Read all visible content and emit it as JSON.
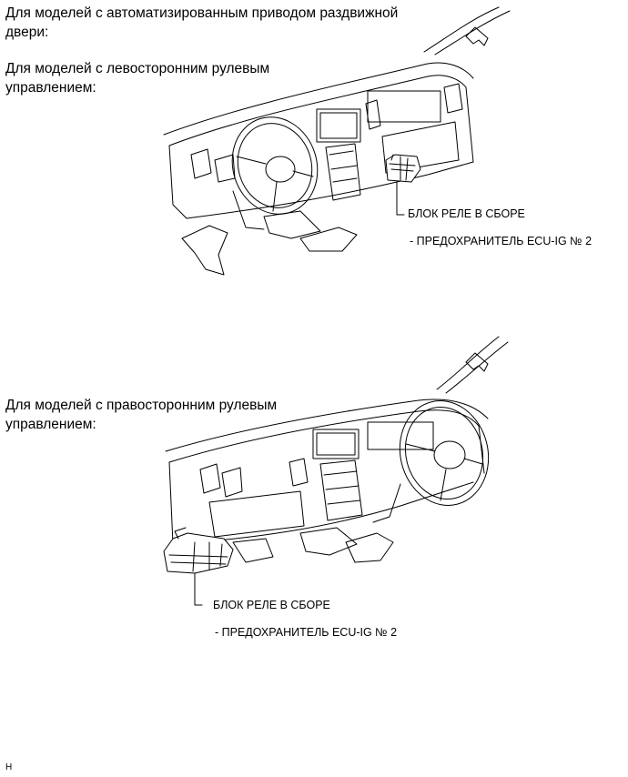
{
  "header": {
    "line1": "Для моделей с автоматизированным приводом раздвижной",
    "line2": "двери:"
  },
  "lhd": {
    "heading_line1": "Для моделей с левосторонним рулевым",
    "heading_line2": "управлением:",
    "callout_main": "БЛОК РЕЛЕ В СБОРЕ",
    "callout_sub": "- ПРЕДОХРАНИТЕЛЬ ECU-IG № 2"
  },
  "rhd": {
    "heading_line1": "Для моделей с правосторонним рулевым",
    "heading_line2": "управлением:",
    "callout_main": "БЛОК РЕЛЕ В СБОРЕ",
    "callout_sub": "- ПРЕДОХРАНИТЕЛЬ ECU-IG № 2"
  },
  "footer": {
    "mark": "H"
  }
}
